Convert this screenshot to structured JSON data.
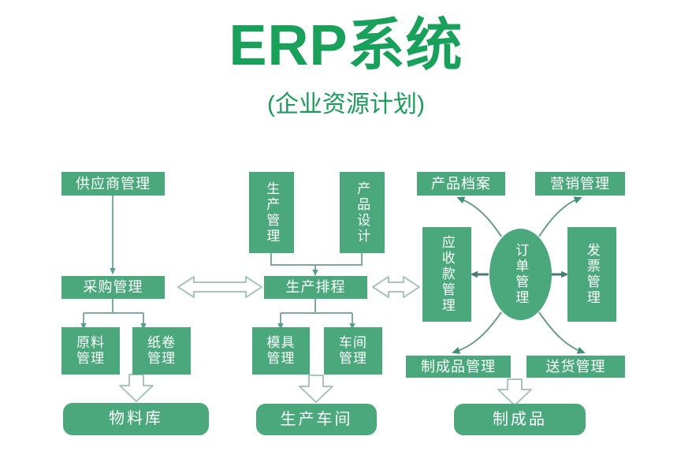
{
  "header": {
    "title": "ERP系统",
    "subtitle": "(企业资源计划)",
    "title_color": "#19a05a"
  },
  "theme": {
    "node_fill": "#4aa87c",
    "node_text": "#ffffff",
    "connector": "#7fa9a0",
    "hollow_arrow_stroke": "#9fbdb2",
    "background": "#ffffff"
  },
  "diagram": {
    "type": "flowchart",
    "columns": [
      {
        "name": "procurement",
        "nodes": [
          {
            "id": "supplier-management",
            "label": "供应商管理",
            "shape": "bar"
          },
          {
            "id": "purchase-management",
            "label": "采购管理",
            "shape": "bar"
          },
          {
            "id": "raw-material-management",
            "label": "原料\n管理",
            "shape": "stack"
          },
          {
            "id": "paper-roll-management",
            "label": "纸卷\n管理",
            "shape": "stack"
          },
          {
            "id": "material-warehouse",
            "label": "物料库",
            "shape": "rounded"
          }
        ]
      },
      {
        "name": "production",
        "nodes": [
          {
            "id": "production-management",
            "label": "生产管理",
            "shape": "vertical"
          },
          {
            "id": "product-design",
            "label": "产品设计",
            "shape": "vertical"
          },
          {
            "id": "production-scheduling",
            "label": "生产排程",
            "shape": "bar"
          },
          {
            "id": "mold-management",
            "label": "模具\n管理",
            "shape": "stack"
          },
          {
            "id": "workshop-management",
            "label": "车间\n管理",
            "shape": "stack"
          },
          {
            "id": "production-workshop",
            "label": "生产车间",
            "shape": "rounded"
          }
        ]
      },
      {
        "name": "sales",
        "nodes": [
          {
            "id": "product-archive",
            "label": "产品档案",
            "shape": "bar"
          },
          {
            "id": "marketing-management",
            "label": "营销管理",
            "shape": "bar"
          },
          {
            "id": "receivables-management",
            "label": "应收款管理",
            "shape": "vertical"
          },
          {
            "id": "order-management",
            "label": "订单管理",
            "shape": "ellipse"
          },
          {
            "id": "invoice-management",
            "label": "发票管理",
            "shape": "vertical"
          },
          {
            "id": "finished-goods-management",
            "label": "制成品管理",
            "shape": "bar"
          },
          {
            "id": "delivery-management",
            "label": "送货管理",
            "shape": "bar"
          },
          {
            "id": "finished-goods",
            "label": "制成品",
            "shape": "rounded"
          }
        ]
      }
    ],
    "connections": [
      {
        "from": "supplier-management",
        "to": "purchase-management",
        "style": "solid-arrow"
      },
      {
        "from": "purchase-management",
        "to": "raw-material-management",
        "style": "solid-arrow"
      },
      {
        "from": "purchase-management",
        "to": "paper-roll-management",
        "style": "solid-arrow"
      },
      {
        "from": "raw-material-management",
        "to": "material-warehouse",
        "style": "hollow-arrow"
      },
      {
        "from": "production-management",
        "to": "production-scheduling",
        "style": "solid-arrow"
      },
      {
        "from": "product-design",
        "to": "production-scheduling",
        "style": "solid-arrow"
      },
      {
        "from": "production-scheduling",
        "to": "mold-management",
        "style": "solid-arrow"
      },
      {
        "from": "production-scheduling",
        "to": "workshop-management",
        "style": "solid-arrow"
      },
      {
        "from": "mold-management",
        "to": "production-workshop",
        "style": "hollow-arrow"
      },
      {
        "from": "purchase-management",
        "to": "production-scheduling",
        "style": "hollow-double-arrow"
      },
      {
        "from": "production-scheduling",
        "to": "receivables-management",
        "style": "hollow-double-arrow"
      },
      {
        "from": "order-management",
        "to": "product-archive",
        "style": "curved-arrow"
      },
      {
        "from": "order-management",
        "to": "marketing-management",
        "style": "curved-arrow"
      },
      {
        "from": "order-management",
        "to": "receivables-management",
        "style": "solid-arrow"
      },
      {
        "from": "order-management",
        "to": "invoice-management",
        "style": "solid-arrow"
      },
      {
        "from": "order-management",
        "to": "finished-goods-management",
        "style": "curved-arrow"
      },
      {
        "from": "order-management",
        "to": "delivery-management",
        "style": "curved-arrow"
      },
      {
        "from": "finished-goods-management",
        "to": "finished-goods",
        "style": "hollow-arrow"
      }
    ]
  }
}
